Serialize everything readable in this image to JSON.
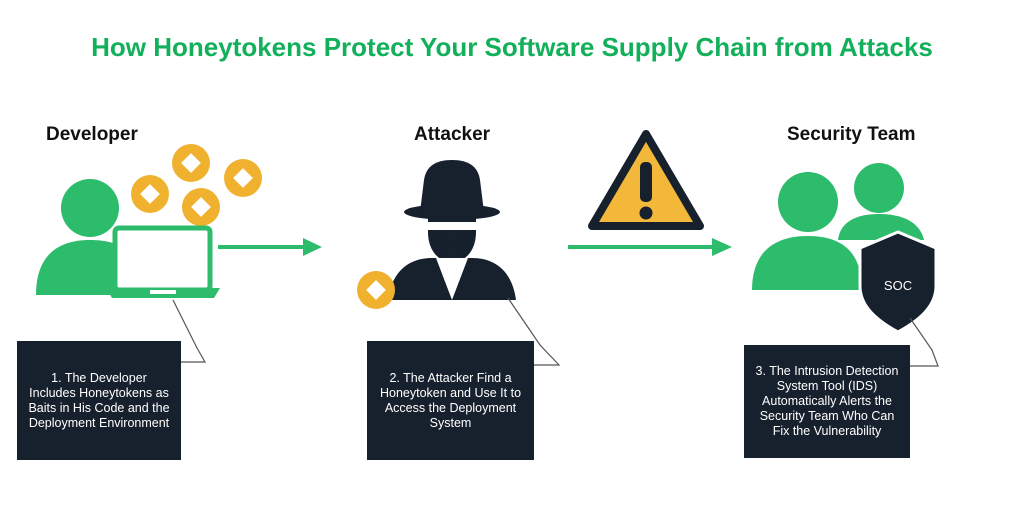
{
  "title": "How Honeytokens Protect Your Software Supply Chain from Attacks",
  "colors": {
    "title_green": "#12b05a",
    "person_green": "#2dbb6c",
    "coin_gold": "#f0b22e",
    "dark_navy": "#17202d",
    "warning_yellow": "#f3b73a"
  },
  "actors": {
    "developer": {
      "label": "Developer",
      "icon": "developer-with-laptop-icon",
      "step": "1. The Developer Includes Honeytokens as Baits  in His Code and the Deployment Environment"
    },
    "attacker": {
      "label": "Attacker",
      "icon": "hooded-hacker-icon",
      "step": "2. The Attacker Find a Honeytoken and Use It to Access the Deployment System"
    },
    "security": {
      "label": "Security Team",
      "icon": "security-team-shield-icon",
      "badge": "SOC",
      "step": "3. The Intrusion Detection System Tool (IDS) Automatically Alerts the Security Team Who Can Fix the Vulnerability"
    }
  },
  "warning_icon": "warning-triangle-icon"
}
